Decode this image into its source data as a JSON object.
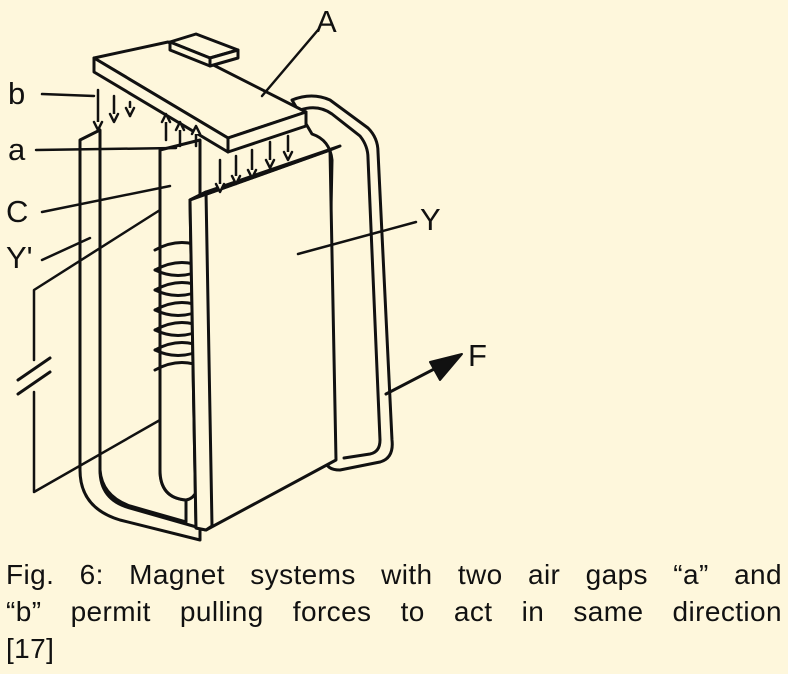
{
  "figure": {
    "labels": {
      "A": "A",
      "b": "b",
      "a": "a",
      "C": "C",
      "Yp": "Y'",
      "Y": "Y",
      "F": "F"
    }
  },
  "caption": {
    "line1": "Fig. 6: Magnet systems with two air gaps “a” and",
    "line2": "“b” permit pulling forces to act in same direction",
    "line3": "[17]"
  },
  "colors": {
    "background": "#fef7dc",
    "ink": "#111111"
  }
}
